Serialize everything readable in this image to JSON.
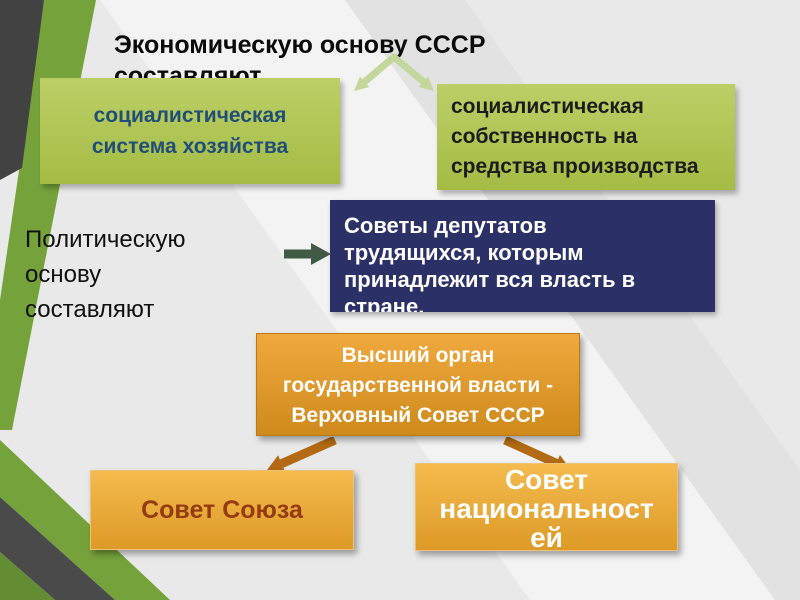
{
  "slide": {
    "title": "Экономическую основу СССР составляют",
    "economic": {
      "left_box": "социалистическая система хозяйства",
      "right_box": "социалистическая собственность на средства производства"
    },
    "political": {
      "label_lines": [
        "Политическую",
        "основу",
        "составляют"
      ],
      "soviets_box_lines": [
        "Советы депутатов",
        "трудящихся, которым",
        "принадлежит вся власть в",
        "стране."
      ]
    },
    "hierarchy": {
      "supreme_box_lines": [
        "Высший орган",
        "государственной власти -",
        "Верховный Совет СССР"
      ],
      "union_box": "Совет Союза",
      "nationalities_box_lines": [
        "Совет",
        "национальност",
        "ей"
      ]
    },
    "colors": {
      "green_box": "#aec551",
      "navy_box": "#2b3166",
      "orange_box": "#de9b28",
      "stripe_green": "#76a23b",
      "stripe_dark": "#424242",
      "arrow_light_green": "#c3d69b",
      "arrow_dark_orange": "#b36a12",
      "union_text": "#943c10",
      "left_box_text": "#1f4e79"
    }
  }
}
